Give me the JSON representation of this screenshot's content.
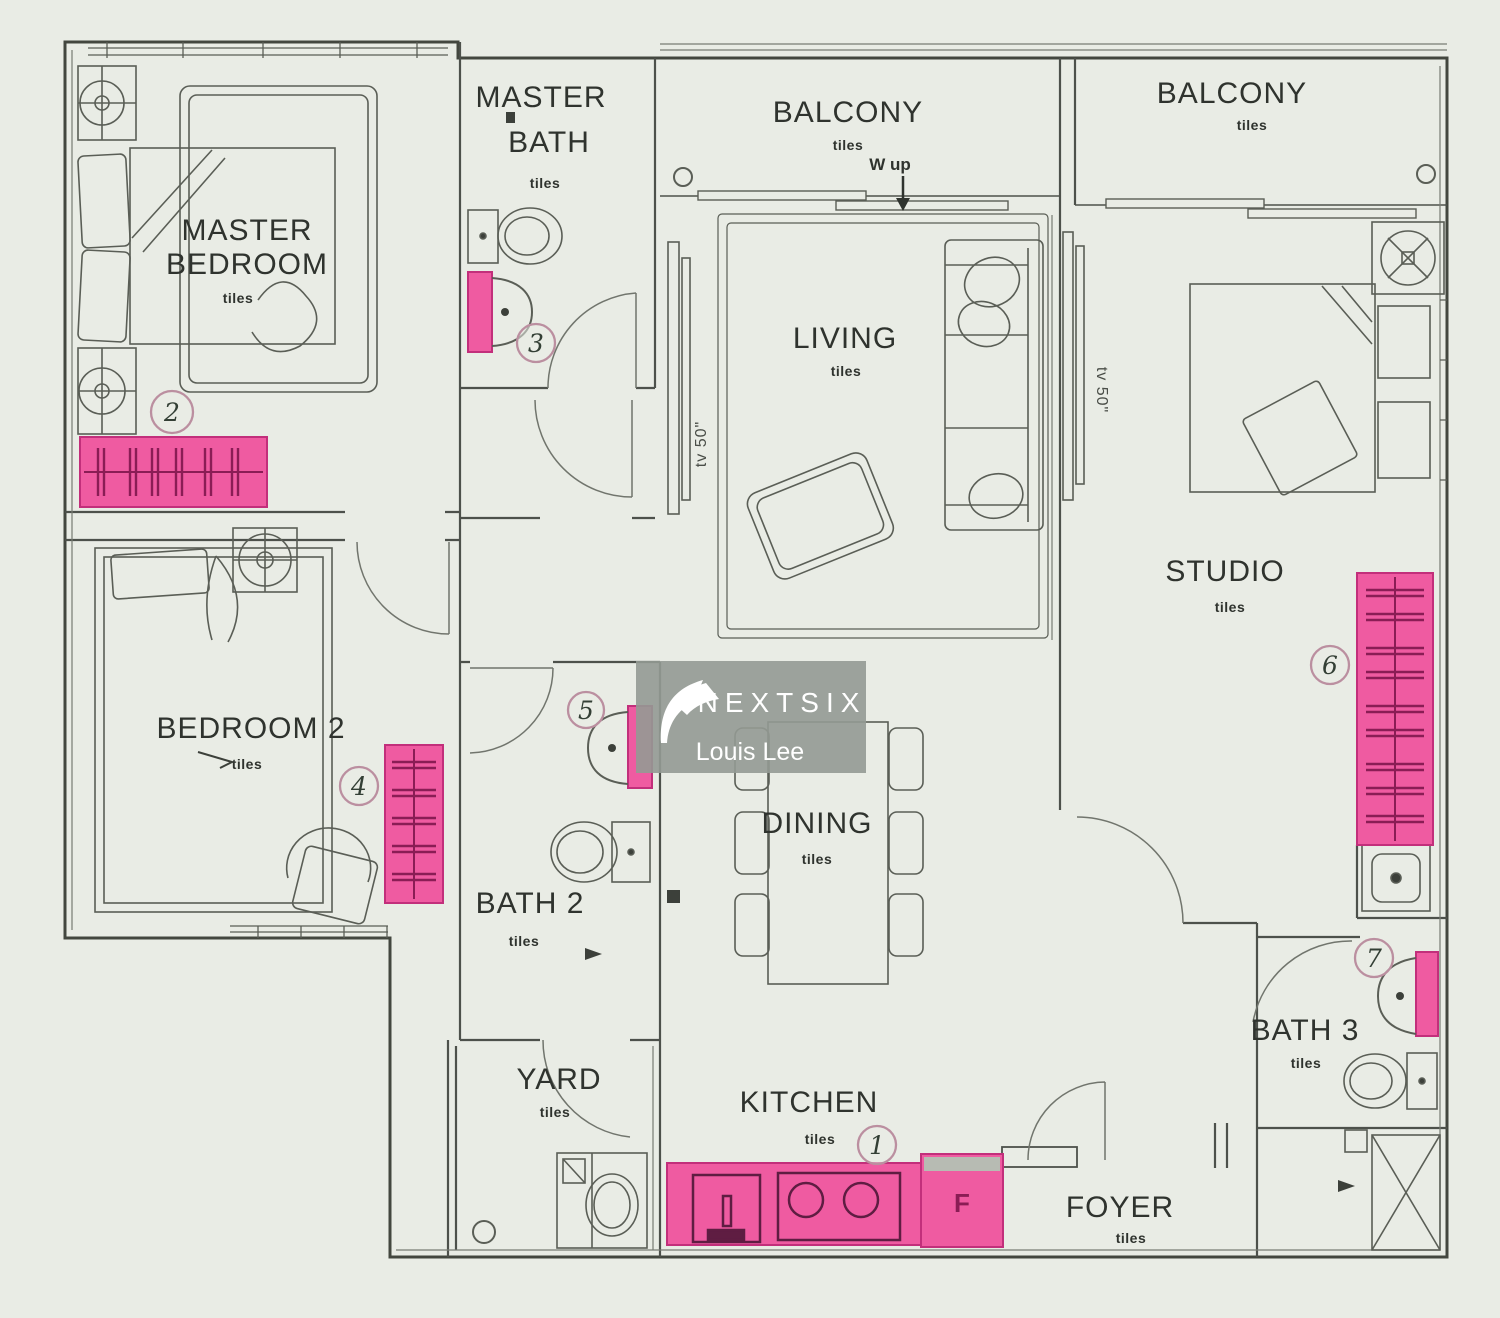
{
  "title": "Apartment floor plan",
  "colors": {
    "background": "#e9ece5",
    "wall": "#43473f",
    "furniture": "#5a5e56",
    "accent_pink": "#ef5ba1",
    "accent_pink_dark": "#c22f7b",
    "accent_pink_marks": "#8a1d55",
    "watermark_bg": "#939a93",
    "watermark_text": "#ffffff"
  },
  "rooms": [
    {
      "id": "master-bedroom",
      "name": "MASTER BEDROOM",
      "lines": [
        "MASTER",
        "BEDROOM"
      ],
      "floor": "tiles"
    },
    {
      "id": "master-bath",
      "name": "MASTER BATH",
      "lines": [
        "MASTER",
        "BATH"
      ],
      "floor": "tiles"
    },
    {
      "id": "balcony-1",
      "name": "BALCONY",
      "floor": "tiles"
    },
    {
      "id": "balcony-2",
      "name": "BALCONY",
      "floor": "tiles"
    },
    {
      "id": "living",
      "name": "LIVING",
      "floor": "tiles"
    },
    {
      "id": "studio",
      "name": "STUDIO",
      "floor": "tiles"
    },
    {
      "id": "bedroom-2",
      "name": "BEDROOM 2",
      "floor": "tiles"
    },
    {
      "id": "bath-2",
      "name": "BATH 2",
      "floor": "tiles"
    },
    {
      "id": "dining",
      "name": "DINING",
      "floor": "tiles"
    },
    {
      "id": "yard",
      "name": "YARD",
      "floor": "tiles"
    },
    {
      "id": "kitchen",
      "name": "KITCHEN",
      "floor": "tiles"
    },
    {
      "id": "foyer",
      "name": "FOYER",
      "floor": "tiles"
    },
    {
      "id": "bath-3",
      "name": "BATH 3",
      "floor": "tiles"
    }
  ],
  "markers": [
    {
      "number": "1",
      "location": "kitchen-counter"
    },
    {
      "number": "2",
      "location": "master-bedroom-wardrobe"
    },
    {
      "number": "3",
      "location": "master-bath-vanity"
    },
    {
      "number": "4",
      "location": "bedroom-2-wardrobe"
    },
    {
      "number": "5",
      "location": "bath-2-vanity"
    },
    {
      "number": "6",
      "location": "studio-wardrobe"
    },
    {
      "number": "7",
      "location": "bath-3-vanity"
    }
  ],
  "annotations": {
    "tv_living": "tv 50\"",
    "tv_studio": "tv 50\"",
    "balcony_note": "W up",
    "fridge_label": "F"
  },
  "watermark": {
    "brand": "NEXTSIX",
    "agent": "Louis Lee"
  }
}
